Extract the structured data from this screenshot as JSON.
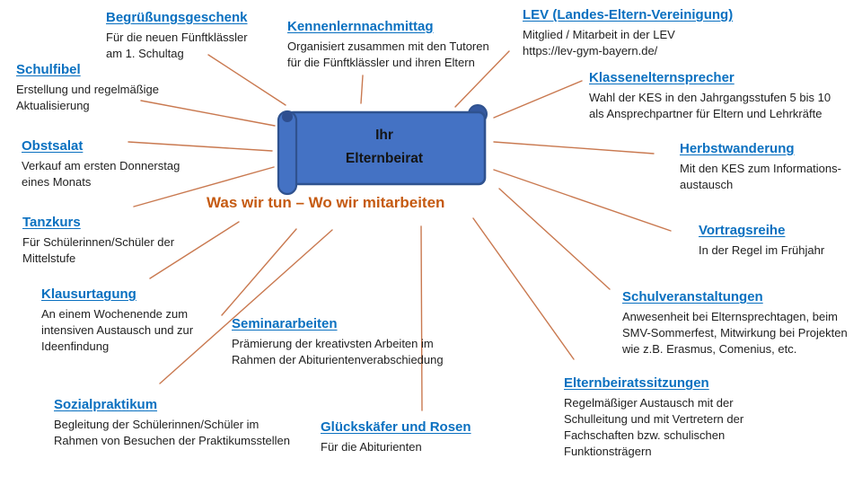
{
  "center": {
    "title": "Ihr\nElternbeirat",
    "subtitle": "Was wir tun – Wo wir mitarbeiten"
  },
  "topics": {
    "begruessungsgeschenk": {
      "heading": "Begrüßungsgeschenk",
      "body": "Für die neuen Fünftklässler\nam 1. Schultag"
    },
    "schulfibel": {
      "heading": "Schulfibel",
      "body": "Erstellung und regelmäßige\nAktualisierung"
    },
    "obstsalat": {
      "heading": "Obstsalat",
      "body": "Verkauf am ersten Donnerstag\neines Monats"
    },
    "tanzkurs": {
      "heading": "Tanzkurs",
      "body": "Für Schülerinnen/Schüler der\nMittelstufe"
    },
    "klausurtagung": {
      "heading": "Klausurtagung",
      "body": "An einem Wochenende zum\nintensiven Austausch und zur\nIdeenfindung"
    },
    "sozialpraktikum": {
      "heading": "Sozialpraktikum",
      "body": "Begleitung der Schülerinnen/Schüler im\nRahmen von Besuchen der Praktikumsstellen"
    },
    "kennenlernnachmittag": {
      "heading": "Kennenlernnachmittag",
      "body": "Organisiert zusammen mit den Tutoren\nfür die Fünftklässler und ihren Eltern"
    },
    "seminararbeiten": {
      "heading": "Seminararbeiten",
      "body": "Prämierung der kreativsten Arbeiten im\nRahmen der Abiturientenverabschiedung"
    },
    "glueckskaefer": {
      "heading": "Glückskäfer und Rosen",
      "body": "Für die Abiturienten"
    },
    "lev": {
      "heading": "LEV (Landes-Eltern-Vereinigung)",
      "body": "Mitglied / Mitarbeit in der LEV\nhttps://lev-gym-bayern.de/"
    },
    "klassenelternsprecher": {
      "heading": "Klassenelternsprecher",
      "body": "Wahl der KES in den Jahrgangsstufen 5 bis 10\nals Ansprechpartner für Eltern und Lehrkräfte"
    },
    "herbstwanderung": {
      "heading": "Herbstwanderung",
      "body": "Mit den KES zum Informations-\naustausch"
    },
    "vortragsreihe": {
      "heading": "Vortragsreihe",
      "body": "In der Regel im Frühjahr"
    },
    "schulveranstaltungen": {
      "heading": "Schulveranstaltungen",
      "body": "Anwesenheit bei Elternsprechtagen, beim\nSMV-Sommerfest, Mitwirkung bei Projekten\nwie z.B. Erasmus, Comenius, etc."
    },
    "elternbeiratssitzungen": {
      "heading": "Elternbeiratssitzungen",
      "body": "Regelmäßiger Austausch mit der\nSchulleitung und mit Vertretern der\nFachschaften bzw. schulischen\nFunktionsträgern"
    }
  },
  "colors": {
    "heading_blue": "#0A70C0",
    "accent_orange": "#C55A11",
    "connector_orange": "#C97950",
    "scroll_fill": "#4472C4",
    "scroll_border": "#2F528F",
    "body_text": "#1F1F1F"
  }
}
